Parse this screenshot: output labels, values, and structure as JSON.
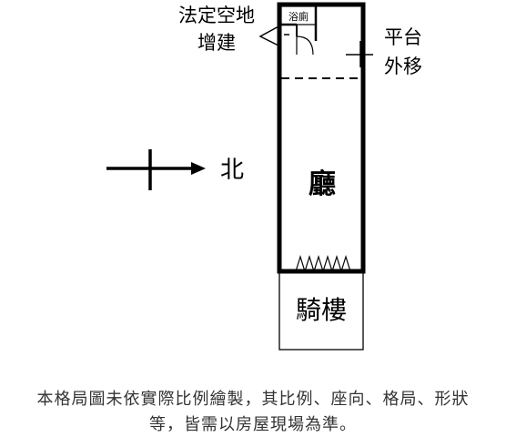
{
  "plan": {
    "labels": {
      "legal_area_line1": "法定空地",
      "legal_area_line2": "增建",
      "bathroom": "浴廁",
      "balcony_line1": "平台",
      "balcony_line2": "外移",
      "north": "北",
      "living_room": "廳",
      "arcade": "騎樓"
    }
  },
  "caption": {
    "line1": "本格局圖未依實際比例繪製，其比例、座向、格局、形狀",
    "line2": "等，皆需以房屋現場為準。"
  }
}
